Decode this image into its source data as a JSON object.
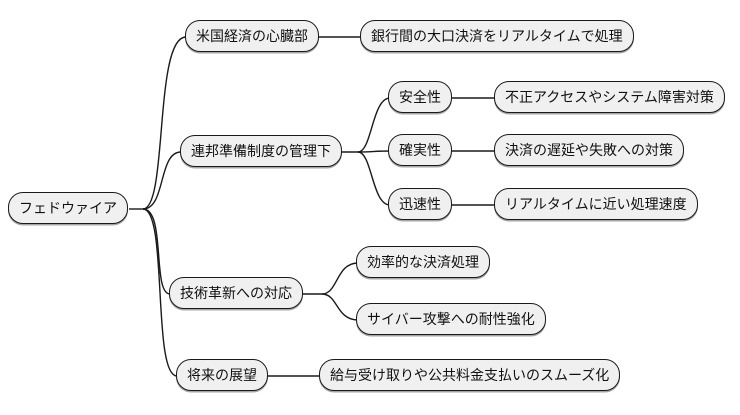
{
  "diagram": {
    "type": "mindmap",
    "root": {
      "label": "フェドウァイア"
    },
    "branches": [
      {
        "label": "米国経済の心臓部",
        "children": [
          {
            "label": "銀行間の大口決済をリアルタイムで処理"
          }
        ]
      },
      {
        "label": "連邦準備制度の管理下",
        "children": [
          {
            "label": "安全性",
            "children": [
              {
                "label": "不正アクセスやシステム障害対策"
              }
            ]
          },
          {
            "label": "確実性",
            "children": [
              {
                "label": "決済の遅延や失敗への対策"
              }
            ]
          },
          {
            "label": "迅速性",
            "children": [
              {
                "label": "リアルタイムに近い処理速度"
              }
            ]
          }
        ]
      },
      {
        "label": "技術革新への対応",
        "children": [
          {
            "label": "効率的な決済処理"
          },
          {
            "label": "サイバー攻撃への耐性強化"
          }
        ]
      },
      {
        "label": "将来の展望",
        "children": [
          {
            "label": "給与受け取りや公共料金支払いのスムーズ化"
          }
        ]
      }
    ],
    "colors": {
      "node_fill": "#f0f0f0",
      "node_border": "#1a1a1a",
      "edge": "#1a1a1a",
      "background": "#ffffff",
      "text": "#111111"
    }
  }
}
